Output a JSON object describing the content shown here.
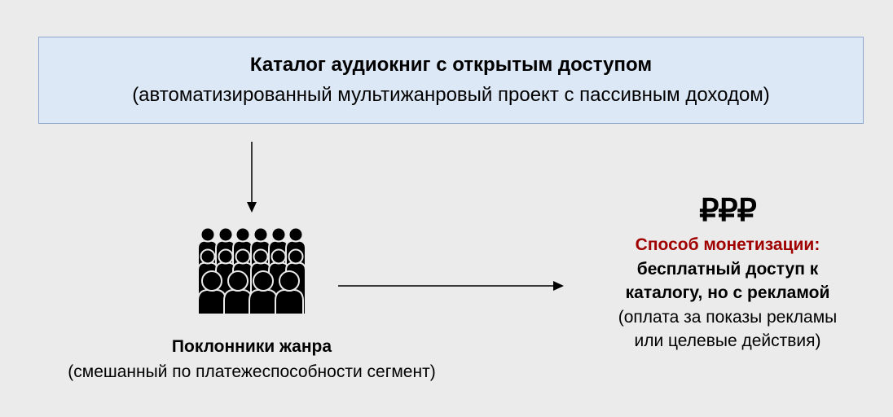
{
  "project": {
    "title": "Каталог аудиокниг с открытым доступом",
    "subtitle": "(автоматизированный мультижанровый проект с пассивным доходом)"
  },
  "audience": {
    "icon": "crowd-icon",
    "title": "Поклонники жанра",
    "subtitle": "(смешанный по платежеспособности сегмент)"
  },
  "monetization": {
    "currency_symbol": "₽₽₽",
    "label": "Способ монетизации:",
    "line1": "бесплатный доступ к",
    "line2": "каталогу, но с рекламой",
    "line3": "(оплата за показы рекламы",
    "line4": "или целевые действия)",
    "label_color": "#a00000"
  }
}
